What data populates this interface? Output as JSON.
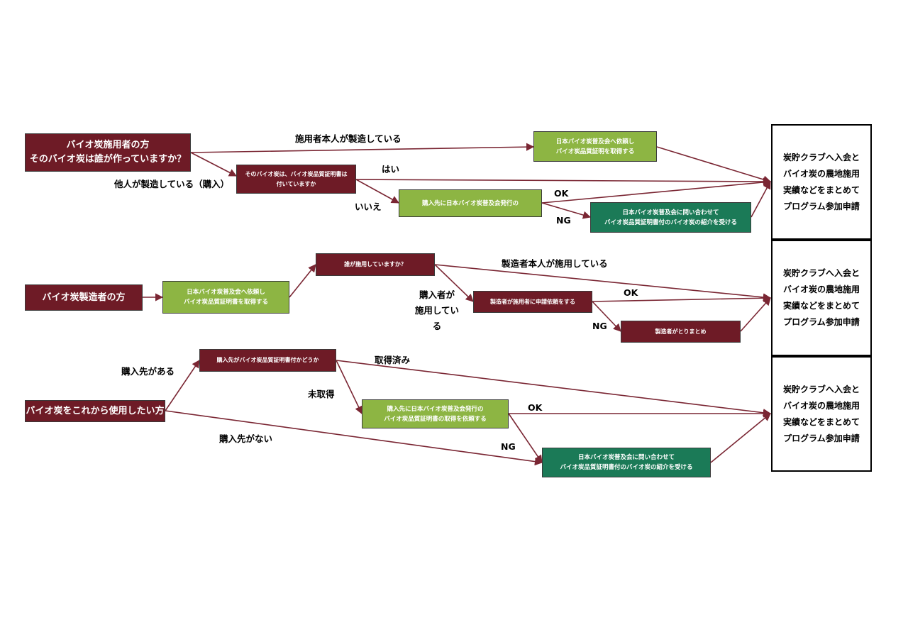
{
  "section1": {
    "start": "バイオ炭施用者の方\nそのバイオ炭は誰が作っていますか？",
    "self_request": "日本バイオ炭普及会へ依頼し\nバイオ炭品質証明を取得する",
    "question": "そのバイオ炭は、バイオ炭品質証明書は\n付いていますか",
    "purchase_source": "購入先に日本バイオ炭普及会発行の",
    "inquiry": "日本バイオ炭普及会に問い合わせて\nバイオ炭品質証明書付のバイオ炭の紹介を受ける",
    "label_self": "施用者本人が製造している",
    "label_other": "他人が製造している（購入）",
    "label_yes": "はい",
    "label_no": "いいえ",
    "label_ok": "OK",
    "label_ng": "NG",
    "result": "炭貯クラブへ入会と\nバイオ炭の農地施用\n実績などをまとめて\nプログラム参加申請"
  },
  "section2": {
    "start": "バイオ炭製造者の方",
    "request": "日本バイオ炭普及会へ依頼し\nバイオ炭品質証明書を取得する",
    "question": "誰が施用していますか？",
    "applicant_request": "製造者が施用者に申請依頼をする",
    "summary": "製造者がとりまとめ",
    "label_self": "製造者本人が施用している",
    "label_buyer": "購入者が\n施用している",
    "label_ok": "OK",
    "label_ng": "NG",
    "result": "炭貯クラブへ入会と\nバイオ炭の農地施用\n実績などをまとめて\nプログラム参加申請"
  },
  "section3": {
    "start": "バイオ炭をこれから使用したい方",
    "question": "購入先がバイオ炭品質証明書付かどうか",
    "request": "購入先に日本バイオ炭普及会発行の\nバイオ炭品質証明書の取得を依頼する",
    "inquiry": "日本バイオ炭普及会に問い合わせて\nバイオ炭品質証明書付のバイオ炭の紹介を受ける",
    "label_has_source": "購入先がある",
    "label_no_source": "購入先がない",
    "label_obtained": "取得済み",
    "label_not_obtained": "未取得",
    "label_ok": "OK",
    "label_ng": "NG",
    "result": "炭貯クラブへ入会と\nバイオ炭の農地施用\n実績などをまとめて\nプログラム参加申請"
  },
  "colors": {
    "maroon": "#6e1b26",
    "lime": "#8db543",
    "teal": "#1b7a57",
    "arrow": "#7a2633"
  }
}
